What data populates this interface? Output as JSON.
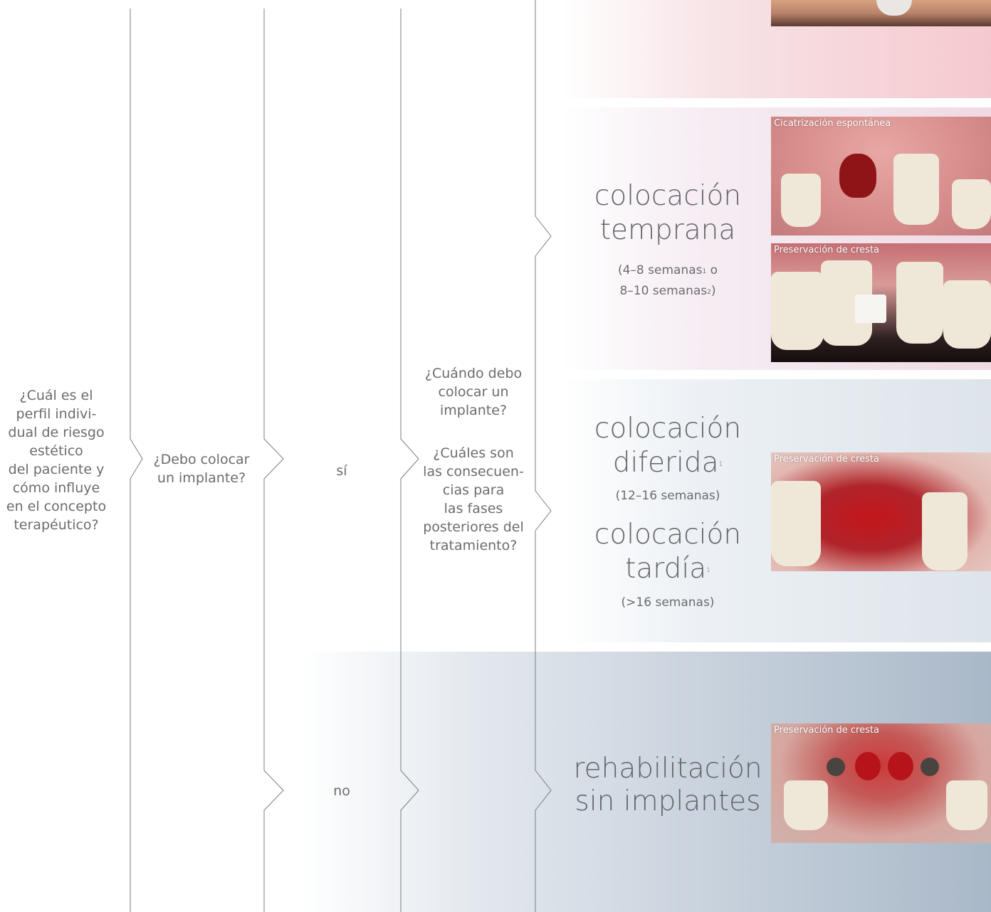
{
  "q_risk_profile": "¿Cuál es el\nperfil indivi-\ndual de riesgo\nestético\ndel paciente y\ncómo influye\nen el concepto\nterapéutico?",
  "q_place_implant": "¿Debo colocar\nun implante?",
  "answer_yes": "sí",
  "answer_no": "no",
  "q_when_place": "¿Cuándo debo\ncolocar un\nimplante?",
  "q_consequences": "¿Cuáles son\nlas consecuen-\ncias para\nlas fases\nposteriores del\ntratamiento?",
  "early": {
    "title_line1": "colocación",
    "title_line2": "temprana",
    "detail_part1": "(4–8 semanas",
    "detail_sup1": "1",
    "detail_part2": " o",
    "detail_part3": "8–10 semanas",
    "detail_sup2": "2",
    "detail_part4": ")"
  },
  "delayed": {
    "title_line1": "colocación",
    "title_line2": "diferida",
    "title_sup": "1",
    "detail": "(12–16 semanas)"
  },
  "late": {
    "title_line1": "colocación",
    "title_line2": "tardía",
    "title_sup": "1",
    "detail": "(>16 semanas)"
  },
  "no_implant": {
    "title": "rehabilitación\nsin implantes"
  },
  "photo_captions": {
    "spontaneous": "Cicatrización espontánea",
    "ridge_1": "Preservación de cresta",
    "ridge_2": "Preservación de cresta",
    "ridge_3": "Preservación de cresta"
  },
  "colors": {
    "line": "#7d7d80",
    "band_top": "#f5c9cf",
    "band_early": "#efd9e3",
    "band_delayed": "#dde4ea",
    "band_none": "#a9b8c8"
  }
}
